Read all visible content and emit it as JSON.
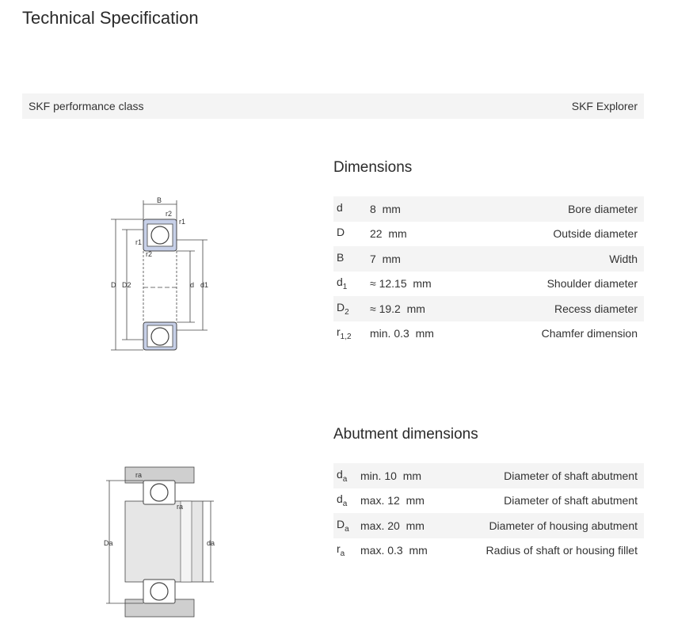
{
  "title": "Technical Specification",
  "performance": {
    "label": "SKF performance class",
    "value": "SKF Explorer"
  },
  "drawing1": {
    "labels": {
      "B": "B",
      "r2top": "r2",
      "r1right": "r1",
      "r1left": "r1",
      "r2inner": "r2",
      "D": "D",
      "D2": "D2",
      "d": "d",
      "d1": "d1"
    }
  },
  "drawing2": {
    "labels": {
      "ra_top": "ra",
      "ra_right": "ra",
      "Da": "Da",
      "da": "da"
    }
  },
  "dimensions": {
    "heading": "Dimensions",
    "rows": [
      {
        "sym": "d",
        "sub": "",
        "value": "8  mm",
        "desc": "Bore diameter"
      },
      {
        "sym": "D",
        "sub": "",
        "value": "22  mm",
        "desc": "Outside diameter"
      },
      {
        "sym": "B",
        "sub": "",
        "value": "7  mm",
        "desc": "Width"
      },
      {
        "sym": "d",
        "sub": "1",
        "value": "≈ 12.15  mm",
        "desc": "Shoulder diameter"
      },
      {
        "sym": "D",
        "sub": "2",
        "value": "≈ 19.2  mm",
        "desc": "Recess diameter"
      },
      {
        "sym": "r",
        "sub": "1,2",
        "value": "min. 0.3  mm",
        "desc": "Chamfer dimension"
      }
    ]
  },
  "abutment": {
    "heading": "Abutment dimensions",
    "rows": [
      {
        "sym": "d",
        "sub": "a",
        "value": "min. 10  mm",
        "desc": "Diameter of shaft abutment"
      },
      {
        "sym": "d",
        "sub": "a",
        "value": "max. 12  mm",
        "desc": "Diameter of shaft abutment"
      },
      {
        "sym": "D",
        "sub": "a",
        "value": "max. 20  mm",
        "desc": "Diameter of housing abutment"
      },
      {
        "sym": "r",
        "sub": "a",
        "value": "max. 0.3  mm",
        "desc": "Radius of shaft or housing fillet"
      }
    ]
  },
  "colors": {
    "ring": "#c7d0e8",
    "housing": "#cfcfcf",
    "line": "#444444"
  }
}
